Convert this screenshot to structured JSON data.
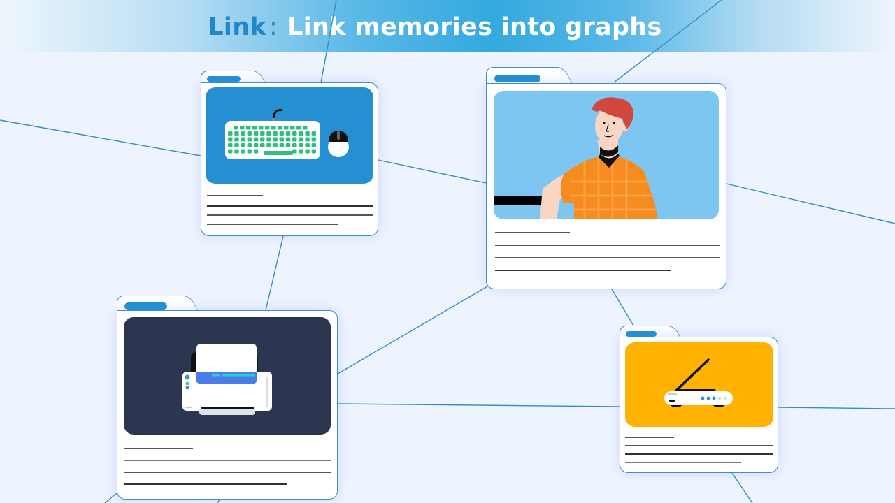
{
  "header": {
    "title_key": "Link",
    "title_separator": ":",
    "title_main": "Link memories into graphs"
  },
  "colors": {
    "background": "#eef4fe",
    "header_center": "#33a9df",
    "title_key": "#2386c8",
    "title_main": "#ffffff",
    "connector": "#2f8fc4",
    "card_border": "#3d8fc4",
    "card_pill": "#2590d1"
  },
  "cards": [
    {
      "name": "keyboard-memory-card",
      "icon": "keyboard-mouse-icon",
      "image_bg": "#2590d1"
    },
    {
      "name": "person-memory-card",
      "icon": "person-illustration",
      "image_bg": "#7dc6f2"
    },
    {
      "name": "printer-memory-card",
      "icon": "printer-icon",
      "image_bg": "#2c3650"
    },
    {
      "name": "router-memory-card",
      "icon": "router-icon",
      "image_bg": "#ffb300"
    }
  ],
  "connectors": [
    [
      0,
      172,
      287,
      223
    ],
    [
      459,
      118,
      481,
      0
    ],
    [
      541,
      229,
      695,
      262
    ],
    [
      405,
      338,
      380,
      444
    ],
    [
      878,
      118,
      1032,
      0
    ],
    [
      1039,
      263,
      1280,
      320
    ],
    [
      483,
      535,
      697,
      410
    ],
    [
      483,
      578,
      886,
      582
    ],
    [
      875,
      414,
      906,
      466
    ],
    [
      1113,
      583,
      1280,
      585
    ],
    [
      1047,
      677,
      1076,
      720
    ],
    [
      167,
      706,
      150,
      720
    ],
    [
      314,
      715,
      311,
      720
    ]
  ]
}
